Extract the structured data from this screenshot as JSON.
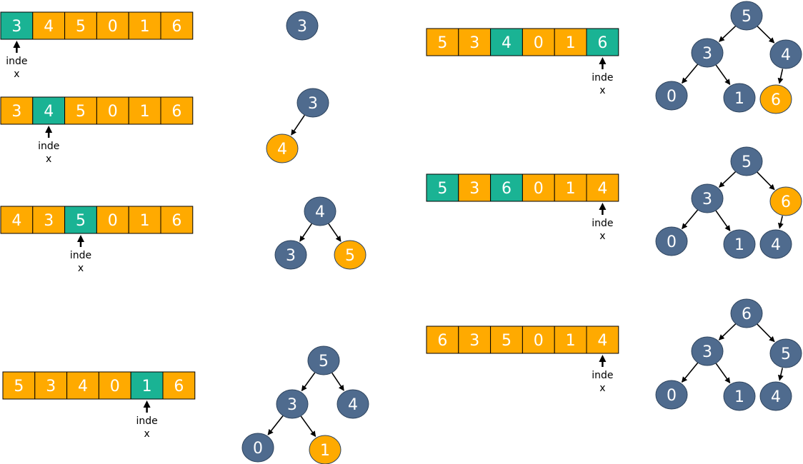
{
  "colors": {
    "cell_default": "#FFAA00",
    "cell_highlight": "#1AB394",
    "cell_border": "#000000",
    "node_blue": "#4F6B8E",
    "node_orange": "#FFAA00",
    "node_stroke": "#2F455F",
    "edge": "#000000",
    "text_light": "#FFFFFF",
    "text_dark": "#000000"
  },
  "pointer": {
    "line1": "inde",
    "line2": "x"
  },
  "steps": [
    {
      "id": "step1",
      "cells": [
        "3",
        "4",
        "5",
        "0",
        "1",
        "6"
      ],
      "highlight": [
        0
      ],
      "pointer_index": 0,
      "nodes": [
        {
          "v": "3",
          "c": "blue"
        }
      ],
      "edges": []
    },
    {
      "id": "step2",
      "cells": [
        "3",
        "4",
        "5",
        "0",
        "1",
        "6"
      ],
      "highlight": [
        1
      ],
      "pointer_index": 1,
      "nodes": [
        {
          "v": "3",
          "c": "blue"
        },
        {
          "v": "4",
          "c": "orange"
        }
      ],
      "edges": [
        [
          0,
          1
        ]
      ]
    },
    {
      "id": "step3",
      "cells": [
        "4",
        "3",
        "5",
        "0",
        "1",
        "6"
      ],
      "highlight": [
        2
      ],
      "pointer_index": 2,
      "nodes": [
        {
          "v": "4",
          "c": "blue"
        },
        {
          "v": "3",
          "c": "blue"
        },
        {
          "v": "5",
          "c": "orange"
        }
      ],
      "edges": [
        [
          0,
          1
        ],
        [
          0,
          2
        ]
      ]
    },
    {
      "id": "step4",
      "cells": [
        "5",
        "3",
        "4",
        "0",
        "1",
        "6"
      ],
      "highlight": [
        4
      ],
      "pointer_index": 4,
      "nodes": [
        {
          "v": "5",
          "c": "blue"
        },
        {
          "v": "3",
          "c": "blue"
        },
        {
          "v": "4",
          "c": "blue"
        },
        {
          "v": "0",
          "c": "blue"
        },
        {
          "v": "1",
          "c": "orange"
        }
      ],
      "edges": [
        [
          0,
          1
        ],
        [
          0,
          2
        ],
        [
          1,
          3
        ],
        [
          1,
          4
        ]
      ]
    },
    {
      "id": "step5",
      "cells": [
        "5",
        "3",
        "4",
        "0",
        "1",
        "6"
      ],
      "highlight": [
        2,
        5
      ],
      "pointer_index": 5,
      "nodes": [
        {
          "v": "5",
          "c": "blue"
        },
        {
          "v": "3",
          "c": "blue"
        },
        {
          "v": "4",
          "c": "blue"
        },
        {
          "v": "0",
          "c": "blue"
        },
        {
          "v": "1",
          "c": "blue"
        },
        {
          "v": "6",
          "c": "orange"
        }
      ],
      "edges": [
        [
          0,
          1
        ],
        [
          0,
          2
        ],
        [
          1,
          3
        ],
        [
          1,
          4
        ],
        [
          2,
          5
        ]
      ]
    },
    {
      "id": "step6",
      "cells": [
        "5",
        "3",
        "6",
        "0",
        "1",
        "4"
      ],
      "highlight": [
        0,
        2
      ],
      "pointer_index": 5,
      "nodes": [
        {
          "v": "5",
          "c": "blue"
        },
        {
          "v": "3",
          "c": "blue"
        },
        {
          "v": "6",
          "c": "orange"
        },
        {
          "v": "0",
          "c": "blue"
        },
        {
          "v": "1",
          "c": "blue"
        },
        {
          "v": "4",
          "c": "blue"
        }
      ],
      "edges": [
        [
          0,
          1
        ],
        [
          0,
          2
        ],
        [
          1,
          3
        ],
        [
          1,
          4
        ],
        [
          2,
          5
        ]
      ]
    },
    {
      "id": "step7",
      "cells": [
        "6",
        "3",
        "5",
        "0",
        "1",
        "4"
      ],
      "highlight": [],
      "pointer_index": 5,
      "nodes": [
        {
          "v": "6",
          "c": "blue"
        },
        {
          "v": "3",
          "c": "blue"
        },
        {
          "v": "5",
          "c": "blue"
        },
        {
          "v": "0",
          "c": "blue"
        },
        {
          "v": "1",
          "c": "blue"
        },
        {
          "v": "4",
          "c": "blue"
        }
      ],
      "edges": [
        [
          0,
          1
        ],
        [
          0,
          2
        ],
        [
          1,
          3
        ],
        [
          1,
          4
        ],
        [
          2,
          5
        ]
      ]
    }
  ]
}
